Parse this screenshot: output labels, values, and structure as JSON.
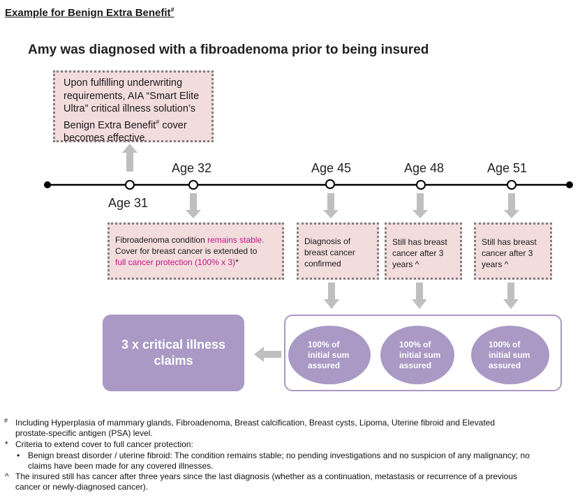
{
  "title": {
    "text": "Example for Benign Extra Benefit",
    "mark": "#"
  },
  "scenario": "Amy was diagnosed with a fibroadenoma prior to being insured",
  "effective_box": {
    "line1": "Upon fulfilling underwriting",
    "line2": "requirements, AIA “Smart Elite",
    "line3": "Ultra” critical illness solution’s",
    "line4_pre": "Benign Extra Benefit",
    "line4_mark": "#",
    "line4_post": " cover",
    "line5": "becomes effective"
  },
  "ages": {
    "age31": "Age 31",
    "age32": "Age 32",
    "age45": "Age 45",
    "age48": "Age 48",
    "age51": "Age 51"
  },
  "boxes": {
    "stable": {
      "l1_pre": "Fibroadenoma condition ",
      "l1_hl": "remains stable.",
      "l2": "Cover for breast cancer is extended to",
      "l3_hl": "full cancer protection (100% x 3)",
      "l3_post": "*"
    },
    "diagnosis": {
      "l1": "Diagnosis of",
      "l2": "breast cancer",
      "l3": "confirmed"
    },
    "still48": {
      "l1": "Still has breast",
      "l2": "cancer after 3",
      "l3": "years ^"
    },
    "still51": {
      "l1": "Still has breast",
      "l2": "cancer after 3",
      "l3": "years ^"
    }
  },
  "claims": {
    "l1": "3 x critical illness",
    "l2": "claims"
  },
  "sum_assured": [
    {
      "l1": "100% of",
      "l2": "initial sum",
      "l3": "assured"
    },
    {
      "l1": "100% of",
      "l2": "initial sum",
      "l3": "assured"
    },
    {
      "l1": "100% of",
      "l2": "initial sum",
      "l3": "assured"
    }
  ],
  "footnotes": {
    "hash": {
      "mark": "#",
      "l1": "Including Hyperplasia of mammary glands, Fibroadenoma, Breast calcification, Breast cysts, Lipoma, Uterine fibroid and Elevated",
      "l2": "prostate-specific antigen (PSA) level."
    },
    "star": {
      "mark": "*",
      "l1": "Criteria to extend cover to full cancer protection:",
      "bullet": "•",
      "b1": "Benign breast disorder / uterine fibroid: The condition remains stable; no pending investigations and no suspicion of any malignancy; no",
      "b2": "claims have been made for any covered illnesses."
    },
    "caret": {
      "mark": "^",
      "l1": "The insured still has cancer after three years since the last diagnosis  (whether as a continuation, metastasis or recurrence of a previous",
      "l2": "cancer or newly-diagnosed cancer)."
    }
  },
  "colors": {
    "pink_box": "#f3dcdc",
    "dotted_border": "#7f7f7f",
    "purple": "#a999c4",
    "arrow_gray": "#bfbfbf",
    "highlight": "#c0168a"
  }
}
